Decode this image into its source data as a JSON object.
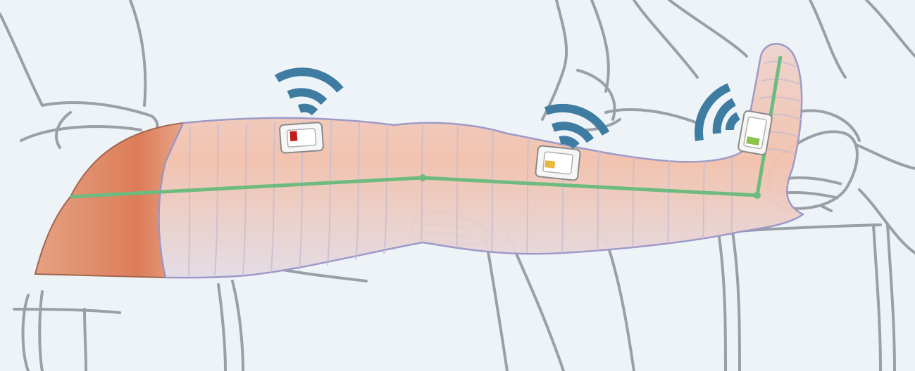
{
  "image": {
    "subject": "",
    "sensors": [
      {
        "id": "thigh",
        "status_color": "#c0201a",
        "icon": "wireless-sensor-icon"
      },
      {
        "id": "shank",
        "status_color": "#e8b83a",
        "icon": "wireless-sensor-icon"
      },
      {
        "id": "foot",
        "status_color": "#8cc34a",
        "icon": "wireless-sensor-icon"
      }
    ],
    "colors": {
      "background": "#edf3f7",
      "outline": "#9aa0a6",
      "bandage": "#f1d9d2",
      "skin": "#df8a68",
      "signal": "#3f7ca1",
      "joint_line": "#6dbb7f"
    }
  }
}
